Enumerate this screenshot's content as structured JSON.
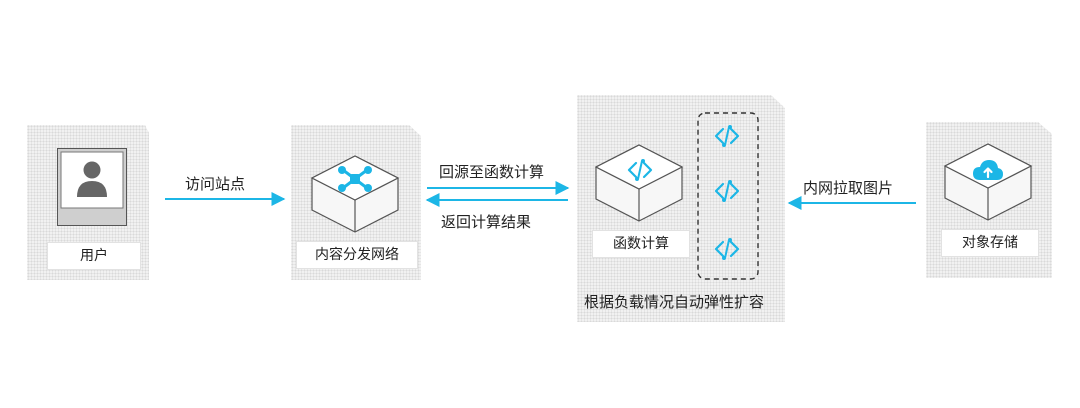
{
  "nodes": {
    "user": {
      "label": "用户"
    },
    "cdn": {
      "label": "内容分发网络"
    },
    "fc": {
      "label": "函数计算"
    },
    "oss": {
      "label": "对象存储"
    }
  },
  "edges": {
    "visit": {
      "label": "访问站点"
    },
    "origin": {
      "label": "回源至函数计算"
    },
    "return": {
      "label": "返回计算结果"
    },
    "pull": {
      "label": "内网拉取图片"
    }
  },
  "group_caption": "根据负载情况自动弹性扩容",
  "colors": {
    "accent": "#1cb6e6",
    "line": "#555555",
    "panel": "#f1f1f1"
  }
}
